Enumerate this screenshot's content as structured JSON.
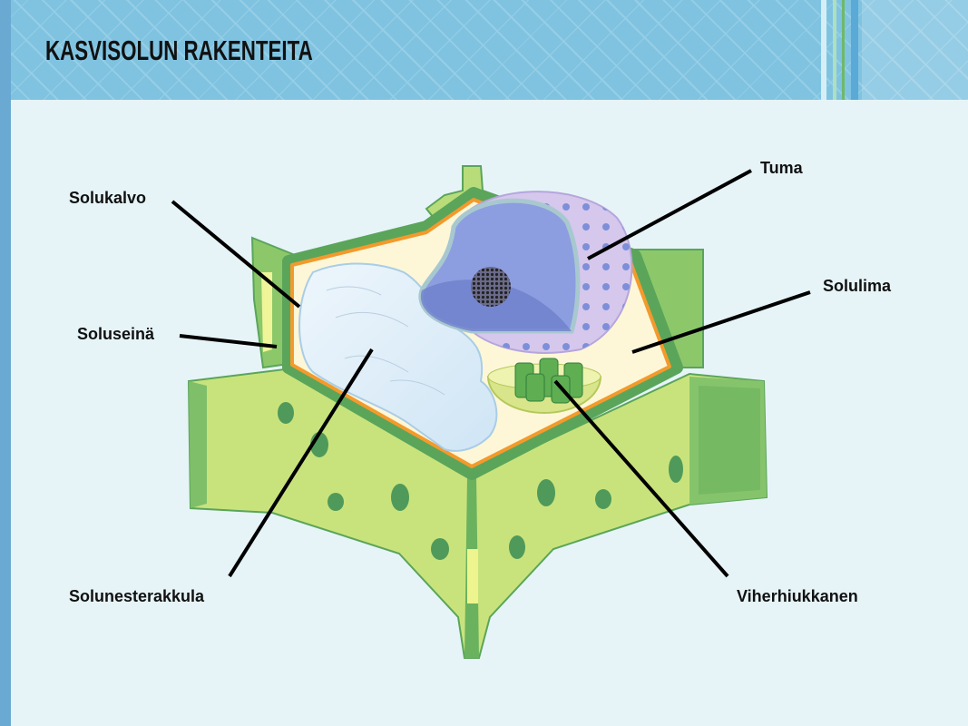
{
  "slide": {
    "title": "KASVISOLUN RAKENTEITA"
  },
  "labels": {
    "solukalvo": "Solukalvo",
    "soluseina": "Soluseinä",
    "solunesterakkula": "Solunesterakkula",
    "tuma": "Tuma",
    "solulima": "Solulima",
    "viherhiukkanen": "Viherhiukkanen"
  },
  "colors": {
    "header": "#7fc3e1",
    "background": "#e6f4f8",
    "membrane": "#f39a2c",
    "wall": "#5aa55a"
  }
}
